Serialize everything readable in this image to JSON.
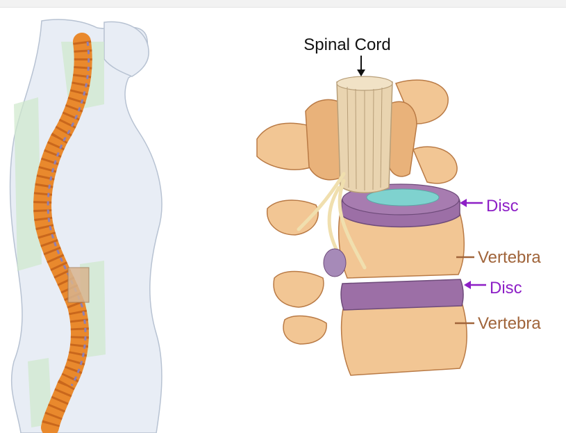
{
  "labels": {
    "spinal_cord": "Spinal Cord",
    "disc_upper": "Disc",
    "vertebra_upper": "Vertebra",
    "disc_lower": "Disc",
    "vertebra_lower": "Vertebra"
  },
  "colors": {
    "bone": "#f2c694",
    "bone_dark": "#d9995d",
    "bone_shadow": "#b97a45",
    "disc": "#9c6fa6",
    "nucleus": "#7fd2cf",
    "cord": "#e9d4b0",
    "cord_line": "#b79e78",
    "nerve": "#f0dfae",
    "spine_orange": "#e9892d",
    "body_fill": "#e8edf5",
    "body_line": "#b7c2d2",
    "curve_band": "#cfe8cc",
    "disc_label": "#8d1fc6",
    "vertebra_label": "#a0643a",
    "cord_label": "#111111"
  }
}
